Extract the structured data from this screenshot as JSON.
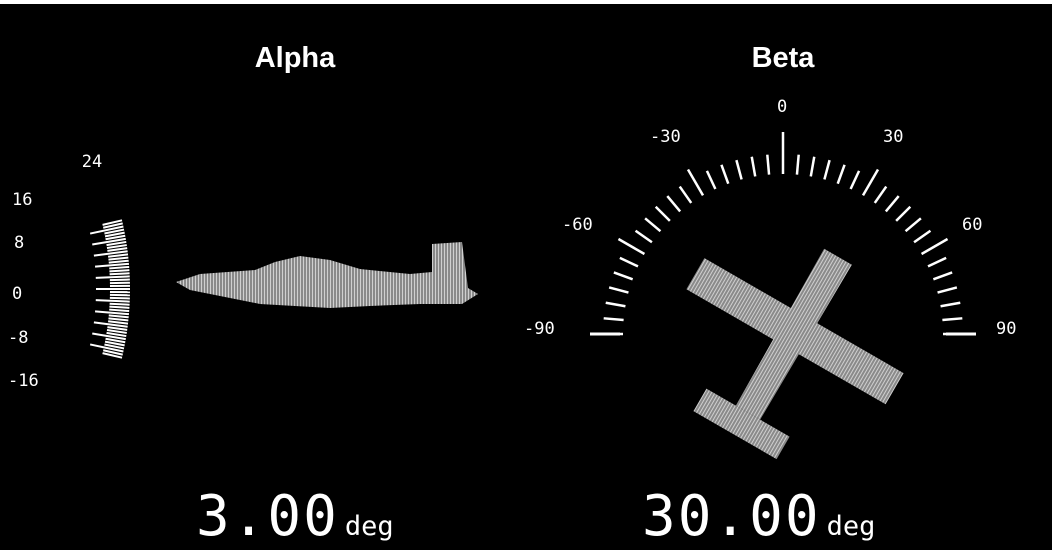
{
  "alpha": {
    "title": "Alpha",
    "value": "3.00",
    "unit": "deg",
    "scale_labels": [
      "24",
      "16",
      "8",
      "0",
      "-8",
      "-16"
    ],
    "aircraft_icon": "aircraft-side-view-icon"
  },
  "beta": {
    "title": "Beta",
    "value": "30.00",
    "unit": "deg",
    "scale_labels": [
      "-90",
      "-60",
      "-30",
      "0",
      "30",
      "60",
      "90"
    ],
    "aircraft_icon": "aircraft-top-view-icon"
  },
  "colors": {
    "background": "#000000",
    "foreground": "#ffffff",
    "aircraft": "#a8a8a8"
  }
}
